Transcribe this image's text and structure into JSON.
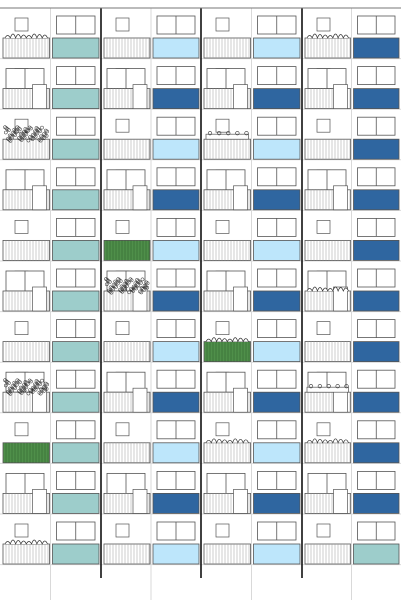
{
  "drawing": {
    "floor_count": 11,
    "bay_count": 4,
    "colors": {
      "stroke": "#555555",
      "grid_line": "#d9d9d9",
      "panel_teal": "#9dcdcb",
      "panel_light_blue": "#bde6fb",
      "panel_dark_blue": "#2f66a0",
      "foliage_green": "#4f8f4a"
    },
    "panel_color_grid": [
      [
        "teal",
        "light_blue",
        "light_blue",
        "dark_blue"
      ],
      [
        "teal",
        "dark_blue",
        "dark_blue",
        "dark_blue"
      ],
      [
        "teal",
        "light_blue",
        "light_blue",
        "dark_blue"
      ],
      [
        "teal",
        "dark_blue",
        "dark_blue",
        "dark_blue"
      ],
      [
        "teal",
        "light_blue",
        "light_blue",
        "dark_blue"
      ],
      [
        "teal",
        "dark_blue",
        "dark_blue",
        "dark_blue"
      ],
      [
        "teal",
        "light_blue",
        "light_blue",
        "dark_blue"
      ],
      [
        "teal",
        "dark_blue",
        "dark_blue",
        "dark_blue"
      ],
      [
        "teal",
        "light_blue",
        "light_blue",
        "dark_blue"
      ],
      [
        "teal",
        "dark_blue",
        "dark_blue",
        "dark_blue"
      ],
      [
        "teal",
        "light_blue",
        "light_blue",
        "teal"
      ]
    ],
    "green_balconies": [
      {
        "floor": 5,
        "bay": 2
      },
      {
        "floor": 7,
        "bay": 3
      },
      {
        "floor": 9,
        "bay": 1
      }
    ],
    "planters": [
      {
        "floor": 1,
        "bay": 1,
        "kind": "shrub"
      },
      {
        "floor": 1,
        "bay": 4,
        "kind": "shrub"
      },
      {
        "floor": 3,
        "bay": 1,
        "kind": "foliage"
      },
      {
        "floor": 3,
        "bay": 3,
        "kind": "pots"
      },
      {
        "floor": 6,
        "bay": 2,
        "kind": "foliage"
      },
      {
        "floor": 6,
        "bay": 4,
        "kind": "shrub"
      },
      {
        "floor": 7,
        "bay": 3,
        "kind": "shrub"
      },
      {
        "floor": 8,
        "bay": 1,
        "kind": "foliage"
      },
      {
        "floor": 8,
        "bay": 4,
        "kind": "pots"
      },
      {
        "floor": 9,
        "bay": 3,
        "kind": "shrub"
      },
      {
        "floor": 9,
        "bay": 4,
        "kind": "shrub"
      },
      {
        "floor": 11,
        "bay": 1,
        "kind": "shrub"
      }
    ]
  }
}
